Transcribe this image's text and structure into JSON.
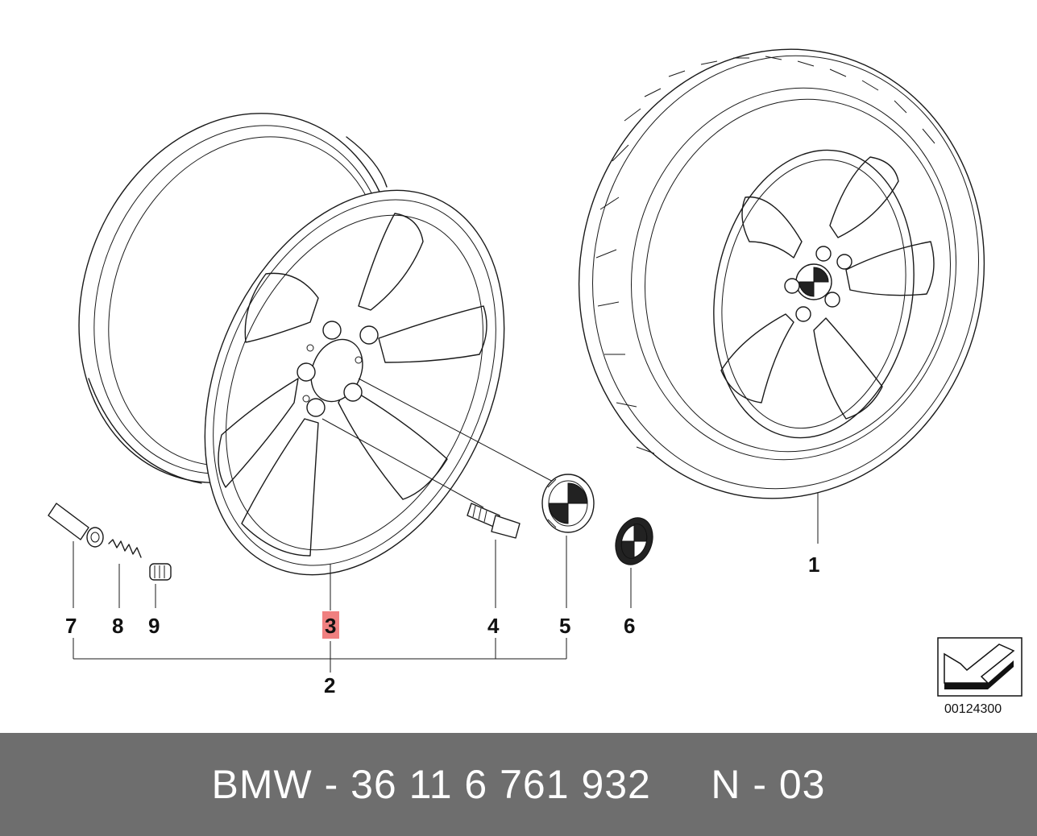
{
  "diagram": {
    "callouts": [
      {
        "id": "1",
        "label": "1"
      },
      {
        "id": "2",
        "label": "2"
      },
      {
        "id": "3",
        "label": "3",
        "highlighted": true
      },
      {
        "id": "4",
        "label": "4"
      },
      {
        "id": "5",
        "label": "5"
      },
      {
        "id": "6",
        "label": "6"
      },
      {
        "id": "7",
        "label": "7"
      },
      {
        "id": "8",
        "label": "8"
      },
      {
        "id": "9",
        "label": "9"
      }
    ],
    "reference_number": "00124300",
    "highlight_color": "#f08080",
    "icons": [
      "rim-icon",
      "tire-wheel-icon",
      "valve-icon",
      "bolt-icon",
      "hub-cap-icon",
      "emblem-icon",
      "orientation-arrow-icon"
    ]
  },
  "footer": {
    "text": "BMW - 36 11 6 761 932     N - 03",
    "background": "#6e6e6e",
    "text_color": "#ffffff"
  }
}
